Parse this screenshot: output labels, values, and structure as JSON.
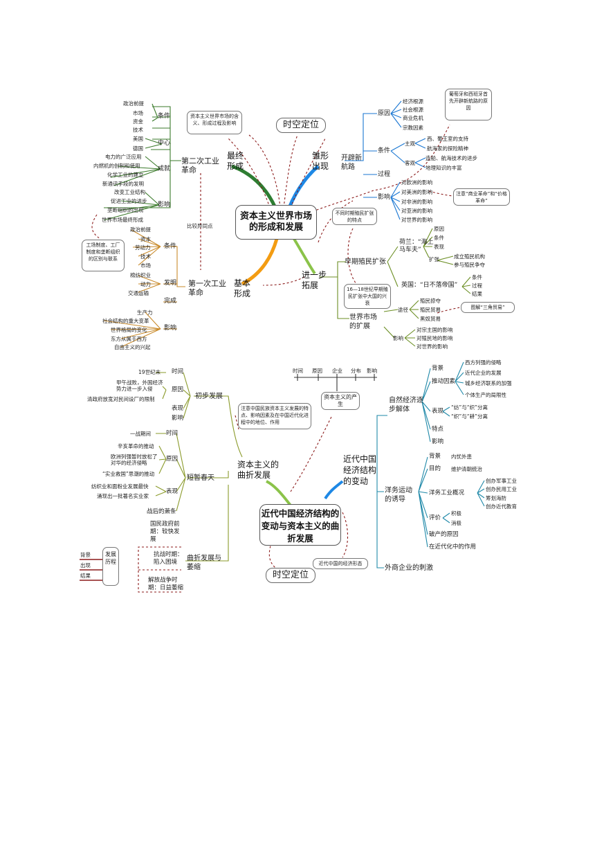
{
  "m1": {
    "center": "资本主义世界市场的形成和发展",
    "shikong": "时空定位",
    "zuizhong": "最终\n形成",
    "chuxing": "雏形\n出现",
    "jibenxingcheng": "基本\n形成",
    "jinyibu": "进一步\n拓展",
    "kaipi": "开辟新\n航路",
    "hanyi_box": "资本主义世界市场的含义、形成过程及影响",
    "bijiao": "比较异同点",
    "gongchang_box": "工场制度、工厂制度和垄断组织的区别与联系",
    "putao_box": "葡萄牙和西班牙首先开辟新航路的原因",
    "zhuyi_box": "注意“商业革命”和“价格革命”",
    "butong_box": "不同时期殖民扩张的特点",
    "shiliu_box": "16—18世纪早期殖民扩张中大国的兴衰",
    "sanjiao_box": "图解“三角贸易”",
    "second_rev": {
      "title": "第二次工业革命",
      "tiaojian": "条件",
      "zhongxin": "中心",
      "chengjiu": "成就",
      "yingxiang": "影响",
      "tiaojian_items": [
        "政治前提",
        "市场",
        "资金",
        "技术"
      ],
      "zhongxin_items": [
        "美国",
        "德国"
      ],
      "chengjiu_items": [
        "电力的广泛应用",
        "内燃机的创制和使用",
        "化学工业的建立",
        "新通讯手段的发明"
      ],
      "yingxiang_items": [
        "改变工业结构",
        "促进工业的进步",
        "垄断组织的出现",
        "世界市场最终形成"
      ]
    },
    "first_rev": {
      "title": "第一次工业革命",
      "tiaojian": "条件",
      "faming": "发明",
      "wancheng": "完成",
      "yingxiang": "影响",
      "tiaojian_items": [
        "政治前提",
        "资本",
        "劳动力",
        "技术",
        "市场"
      ],
      "faming_items": [
        "棉纺织业",
        "动力",
        "交通运输"
      ],
      "yingxiang_items": [
        "生产力",
        "社会结构的重大变革",
        "世界格局的变化",
        "东方从属于西方",
        "自由主义的兴起"
      ]
    },
    "hanglu": {
      "yuanyin": "原因",
      "tiaojian": "条件",
      "guocheng": "过程",
      "yingxiang": "影响",
      "yuanyin_items": [
        "经济根源",
        "社会根源",
        "商业危机",
        "宗教因素"
      ],
      "zhuguan": "主观",
      "keguan": "客观",
      "zhuguan_items": [
        "西、葡王室的支持",
        "航海家的探险精神"
      ],
      "keguan_items": [
        "造船、航海技术的进步",
        "地理知识的丰富"
      ],
      "yingxiang_items": [
        "对欧洲的影响",
        "对美洲的影响",
        "对非洲的影响",
        "对亚洲的影响",
        "对世界的影响"
      ]
    },
    "zhimin": {
      "title": "早期殖民扩张",
      "helan": "荷兰：“海上马车夫”",
      "helan_items": [
        "原因",
        "条件",
        "表现"
      ],
      "kuozhang": "扩张",
      "kuozhang_items": [
        "成立殖民机构",
        "参与殖民争夺"
      ],
      "yingguo": "英国：“日不落帝国”",
      "yingguo_items": [
        "条件",
        "过程",
        "结果"
      ]
    },
    "shijie": {
      "title": "世界市场的扩展",
      "tujing": "途径",
      "tujing_items": [
        "殖民掠夺",
        "殖民贸易",
        "黑奴贸易"
      ],
      "yingxiang": "影响",
      "yingxiang_items": [
        "对宗主国的影响",
        "对殖民地的影响",
        "对世界的影响"
      ]
    }
  },
  "m2": {
    "center": "近代中国经济结构的变动与资本主义的曲折发展",
    "shikong": "时空定位",
    "quzhe": "资本主义的曲折发展",
    "biandong": "近代中国经济结构的变动",
    "chansheng": "资本主义的产生",
    "chansheng_items": [
      "时间",
      "原因",
      "企业",
      "分布",
      "影响"
    ],
    "zhuyi_box": "注意中国民族资本主义发展的特点、影响因素及在中国近代化进程中的地位、作用",
    "xingtai_box": "近代中国的经济形态",
    "chubu": {
      "title": "初步发展",
      "labels": [
        "时间",
        "原因",
        "表现",
        "影响"
      ],
      "shijian": "19世纪末",
      "yuanyin": [
        "甲午战败，外国经济势力进一步入侵",
        "清政府放宽对民间设厂的限制"
      ]
    },
    "duanzan": {
      "title": "短暂春天",
      "labels": [
        "时间",
        "原因",
        "表现"
      ],
      "shijian": "一战期间",
      "yuanyin": [
        "辛亥革命的推动",
        "欧洲列强暂时放松了对华的经济侵略",
        "“实业救国”思潮的推动"
      ],
      "biaoxian": [
        "纺织业和面粉业发展最快",
        "涌现出一批著名实业家"
      ],
      "end": "战后的萧条"
    },
    "weisuo": {
      "title": "曲折发展与萎缩",
      "items": [
        "国民政府前期：较快发展",
        "抗战时期：陷入困境",
        "解放战争时期：日益萎缩"
      ],
      "licheng": "发展历程",
      "licheng_items": [
        "背景",
        "出现",
        "结果"
      ]
    },
    "ziran": {
      "title": "自然经济逐步解体",
      "beijing": "背景",
      "tuidong": "推动因素",
      "biaoxian": "表现",
      "tedian": "特点",
      "yingxiang": "影响",
      "beijing_item": "西方列强的侵略",
      "tuidong_items": [
        "近代企业的发展",
        "城乡经济联系的加强",
        "个体生产的局限性"
      ],
      "biaoxian_items": [
        "“纺”与“织”分离",
        "“织”与“耕”分离"
      ]
    },
    "yangwu": {
      "title": "洋务运动的诱导",
      "beijing": "背景",
      "beijing_item": "内忧外患",
      "mudi": "目的",
      "mudi_item": "维护清朝统治",
      "gaikuang": "洋务工业概况",
      "gaikuang_items": [
        "创办军事工业",
        "创办民用工业",
        "筹划海防",
        "创办近代教育"
      ],
      "pingjia": "评价",
      "pingjia_items": [
        "积极",
        "消极"
      ],
      "pochan": "破产的原因",
      "zuoyong": "在近代化中的作用"
    },
    "waishang": "外商企业的刺激"
  }
}
